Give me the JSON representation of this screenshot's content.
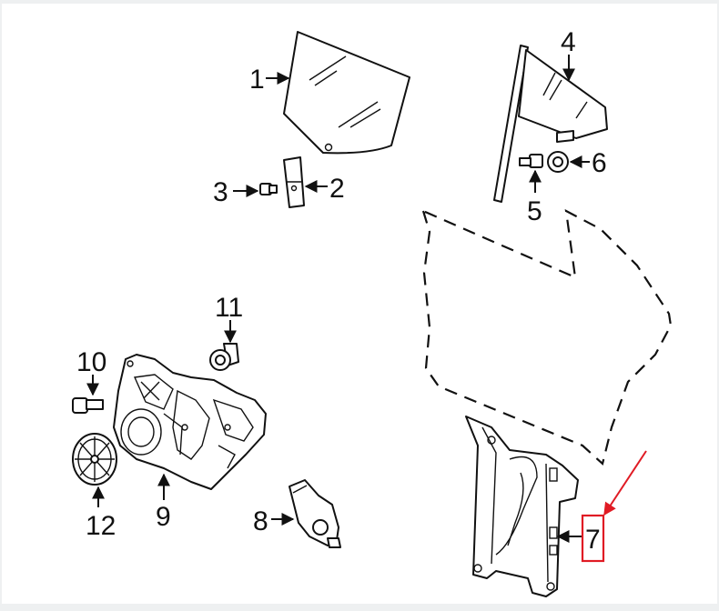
{
  "callouts": {
    "c1": "1",
    "c2": "2",
    "c3": "3",
    "c4": "4",
    "c5": "5",
    "c6": "6",
    "c7": "7",
    "c8": "8",
    "c9": "9",
    "c10": "10",
    "c11": "11",
    "c12": "12"
  },
  "highlight": {
    "target": "7",
    "color": "#e01b24"
  },
  "colors": {
    "background": "#eef0f1",
    "canvas": "#ffffff",
    "ink": "#111111"
  }
}
